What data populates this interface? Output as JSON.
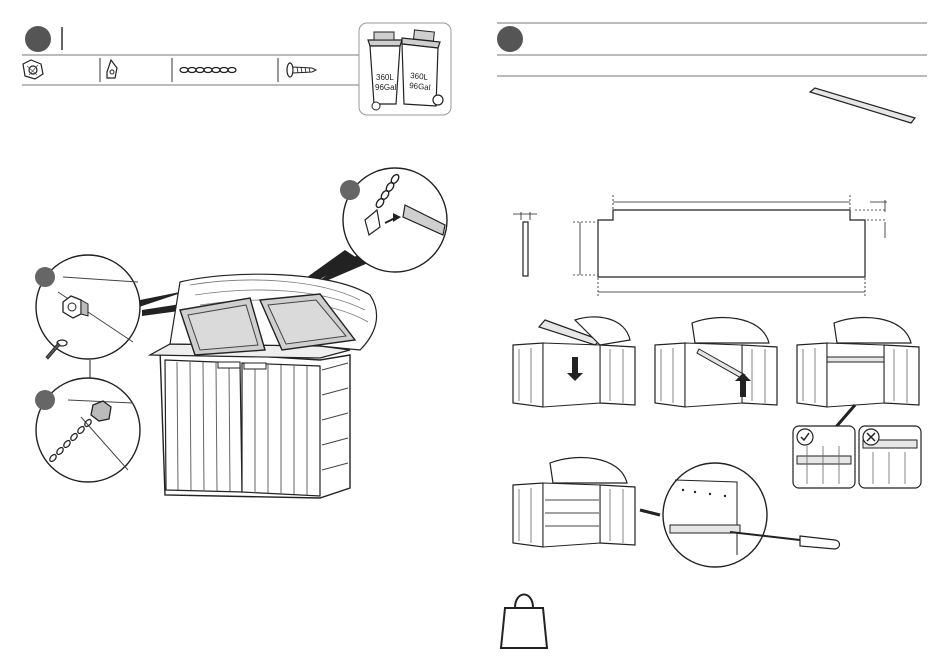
{
  "left_step": {
    "bins": {
      "bin1_label": "360L\n96Gal",
      "bin2_label": "360L\n96Gal",
      "line1": "360L",
      "line2": "96Gal"
    },
    "colors": {
      "step_circle": "#555555",
      "rule": "#666666",
      "lid_fill": "#cfcfcf",
      "line": "#222222"
    }
  },
  "right_step": {
    "colors": {
      "step_circle": "#555555",
      "panel_fill": "#e6e6e6"
    }
  },
  "icons": {
    "lock_nut": "lock-nut-icon",
    "hook": "hook-icon",
    "chain": "chain-icon",
    "screw": "screw-icon",
    "bag": "bag-icon",
    "check": "check-icon",
    "cross": "cross-icon"
  }
}
